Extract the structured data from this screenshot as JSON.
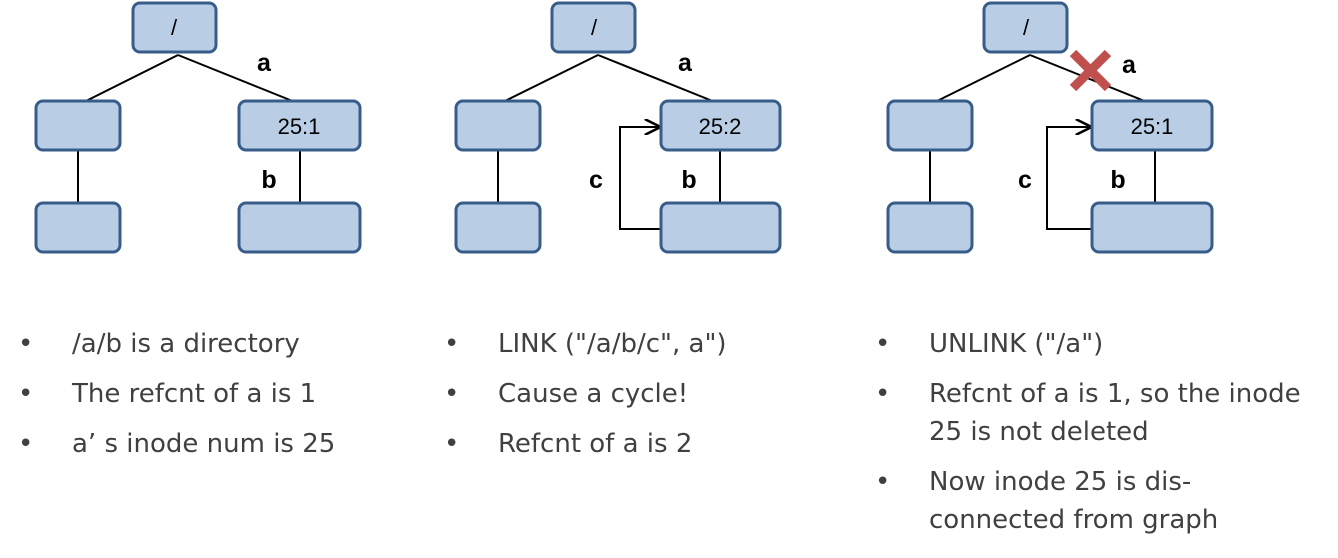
{
  "panels": [
    {
      "root_label": "/",
      "target_label": "25:1",
      "target_label_color": "#000000",
      "edge_labels": {
        "a": "a",
        "b": "b"
      },
      "bullets": [
        "/a/b is a directory",
        "The refcnt of a is 1",
        "a’ s inode num is 25"
      ]
    },
    {
      "root_label": "/",
      "target_label": "25:2",
      "target_label_color": "#000000",
      "edge_labels": {
        "a": "a",
        "b": "b",
        "c": "c"
      },
      "bullets": [
        "LINK (\"/a/b/c\", a\")",
        "Cause a cycle!",
        "Refcnt of a is 2"
      ]
    },
    {
      "root_label": "/",
      "target_label": "25:1",
      "target_label_color": "#c0504d",
      "edge_labels": {
        "a": "a",
        "b": "b",
        "c": "c"
      },
      "removed_edge": "a",
      "bullets": [
        "UNLINK (\"/a\")",
        "Refcnt of a is 1, so the inode 25 is not deleted",
        "Now inode 25 is dis-connected from graph"
      ]
    }
  ],
  "bullet_symbol": "•",
  "colors": {
    "node_fill": "#b9cde5",
    "node_stroke": "#385d8a",
    "cross": "#c0504d",
    "bullet_text": "#404040"
  }
}
